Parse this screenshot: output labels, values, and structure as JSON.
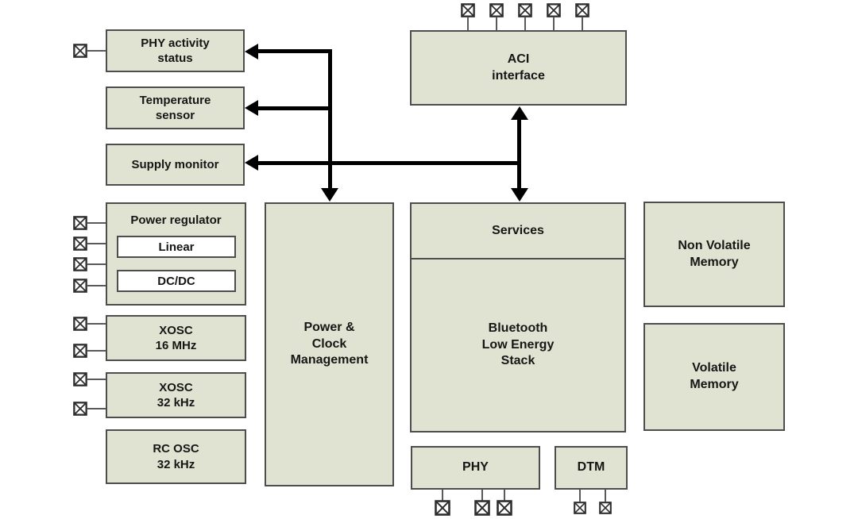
{
  "colors": {
    "background": "#ffffff",
    "block_fill": "#e0e3d1",
    "block_border": "#4d4d4d",
    "inner_box_fill": "#ffffff",
    "arrow": "#000000",
    "pin_stroke": "#2e2e2e",
    "stem": "#5a5a5a",
    "text": "#161616"
  },
  "icons": {
    "pin": "crossed-square bond pad (⊠)"
  },
  "blocks": {
    "aci_interface": {
      "label": "ACI\ninterface"
    },
    "phy_activity_status": {
      "label": "PHY activity\nstatus"
    },
    "temperature_sensor": {
      "label": "Temperature\nsensor"
    },
    "supply_monitor": {
      "label": "Supply monitor"
    },
    "power_regulator": {
      "label": "Power regulator"
    },
    "linear": {
      "label": "Linear"
    },
    "dcdc": {
      "label": "DC/DC"
    },
    "xosc_16mhz": {
      "label": "XOSC\n16 MHz"
    },
    "xosc_32khz": {
      "label": "XOSC\n32 kHz"
    },
    "rc_osc_32khz": {
      "label": "RC OSC\n32 kHz"
    },
    "power_clock_management": {
      "label": "Power &\nClock\nManagement"
    },
    "services": {
      "label": "Services"
    },
    "ble_stack": {
      "label": "Bluetooth\nLow Energy\nStack"
    },
    "non_volatile_memory": {
      "label": "Non Volatile\nMemory"
    },
    "volatile_memory": {
      "label": "Volatile\nMemory"
    },
    "phy": {
      "label": "PHY"
    },
    "dtm": {
      "label": "DTM"
    }
  }
}
